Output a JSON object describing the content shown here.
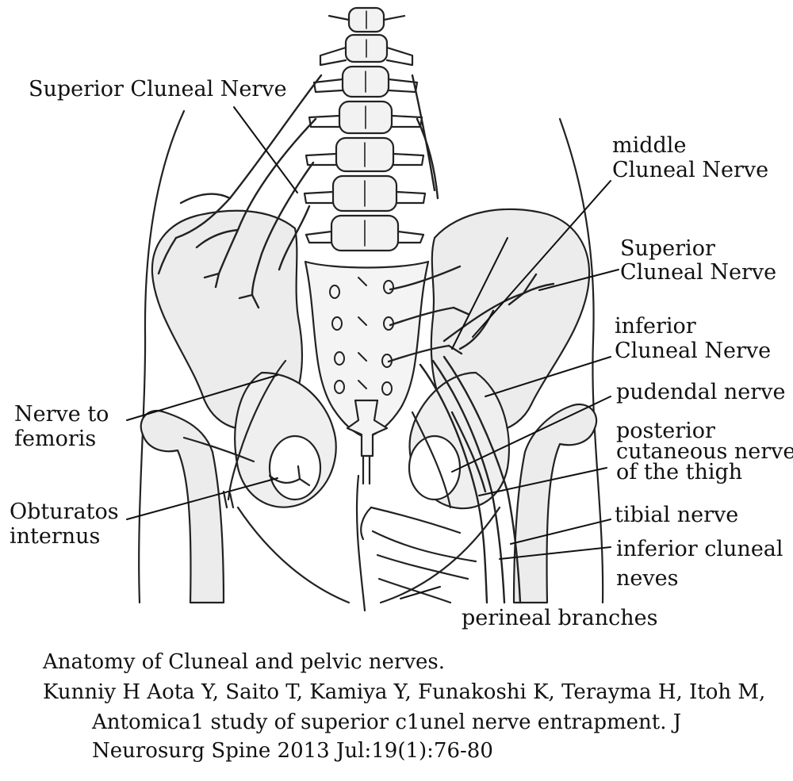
{
  "labels": {
    "superior_cluneal_left": "Superior Cluneal Nerve",
    "middle_cluneal_1": "middle",
    "middle_cluneal_2": "Cluneal Nerve",
    "superior_cluneal_right_1": "Superior",
    "superior_cluneal_right_2": "Cluneal Nerve",
    "inferior_cluneal_1": "inferior",
    "inferior_cluneal_2": "Cluneal Nerve",
    "pudendal": "pudendal nerve",
    "posterior_cutaneous_1": "posterior",
    "posterior_cutaneous_2": "cutaneous nerve",
    "posterior_cutaneous_3": "of the thigh",
    "tibial": "tibial nerve",
    "inferior_cluneal_neves_1": "inferior cluneal",
    "inferior_cluneal_neves_2": "neves",
    "nerve_to_femoris_1": "Nerve to",
    "nerve_to_femoris_2": "femoris",
    "obturatos_1": "Obturatos",
    "obturatos_2": "internus",
    "perineal": "perineal branches"
  },
  "caption": {
    "line1": "Anatomy of Cluneal and pelvic nerves.",
    "line2": "Kunniy H Aota Y, Saito T, Kamiya Y, Funakoshi K, Terayma H, Itoh M,",
    "line3": "Antomica1 study of superior c1unel nerve entrapment. J",
    "line4": "Neurosurg Spine 2013 Jul:19(1):76-80"
  },
  "colors": {
    "ink": "#222222",
    "bone_fill": "#e9e9e9",
    "background": "#ffffff"
  }
}
